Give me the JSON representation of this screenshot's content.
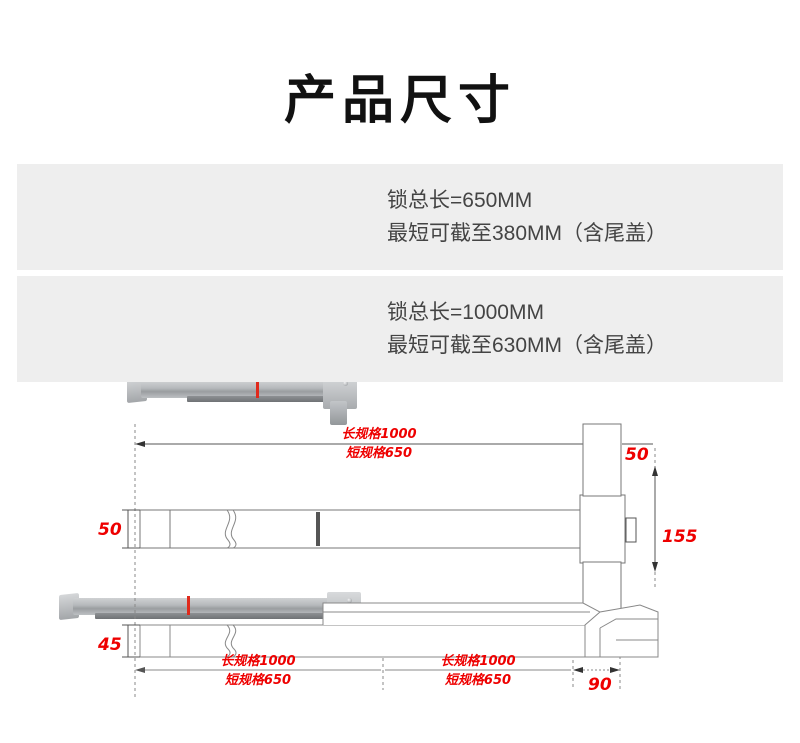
{
  "page": {
    "title": "产品尺寸",
    "background_color": "#ffffff",
    "card_background": "#eeeeee",
    "text_color": "#444444",
    "dimension_color": "#ee0000"
  },
  "specs": [
    {
      "id": "spec-650",
      "line1": "锁总长=650MM",
      "line2": "最短可截至380MM（含尾盖）",
      "image_name": "push-bar-lock-650mm"
    },
    {
      "id": "spec-1000",
      "line1": "锁总长=1000MM",
      "line2": "最短可截至630MM（含尾盖）",
      "image_name": "push-bar-lock-1000mm"
    }
  ],
  "drawing": {
    "name": "technical-dimension-drawing",
    "top_dimension": {
      "long": "长规格1000",
      "short": "短规格650"
    },
    "top_right_offset": "50",
    "left_height_top": "50",
    "right_height": "155",
    "left_height_bottom": "45",
    "bottom_dimension_left": {
      "long": "长规格1000",
      "short": "短规格650"
    },
    "bottom_dimension_right": {
      "long": "长规格1000",
      "short": "短规格650"
    },
    "bottom_right_offset": "90"
  }
}
